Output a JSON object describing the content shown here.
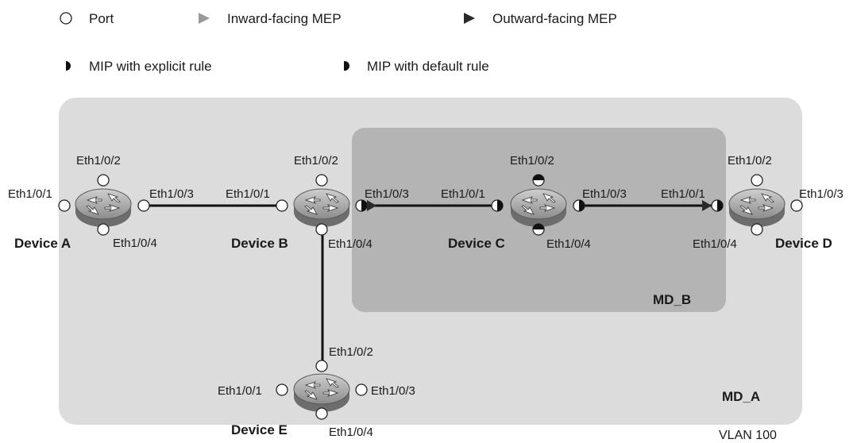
{
  "legend": {
    "port": "Port",
    "inward_mep": "Inward-facing MEP",
    "outward_mep": "Outward-facing MEP",
    "mip_explicit": "MIP with explicit rule",
    "mip_default": "MIP with default rule"
  },
  "domains": {
    "md_a": "MD_A",
    "md_b": "MD_B",
    "vlan": "VLAN 100"
  },
  "devices": {
    "a": {
      "name": "Device A",
      "p1": "Eth1/0/1",
      "p2": "Eth1/0/2",
      "p3": "Eth1/0/3",
      "p4": "Eth1/0/4"
    },
    "b": {
      "name": "Device B",
      "p1": "Eth1/0/1",
      "p2": "Eth1/0/2",
      "p3": "Eth1/0/3",
      "p4": "Eth1/0/4"
    },
    "c": {
      "name": "Device C",
      "p1": "Eth1/0/1",
      "p2": "Eth1/0/2",
      "p3": "Eth1/0/3",
      "p4": "Eth1/0/4"
    },
    "d": {
      "name": "Device D",
      "p1": "Eth1/0/1",
      "p2": "Eth1/0/2",
      "p3": "Eth1/0/3",
      "p4": "Eth1/0/4"
    },
    "e": {
      "name": "Device E",
      "p1": "Eth1/0/1",
      "p2": "Eth1/0/2",
      "p3": "Eth1/0/3",
      "p4": "Eth1/0/4"
    }
  },
  "colors": {
    "md_a_fill": "#dcdcdc",
    "md_b_fill": "#b4b4b4",
    "inward_mep": "#9a9a9a",
    "outward_mep": "#2a2a2a",
    "link": "#111111"
  }
}
